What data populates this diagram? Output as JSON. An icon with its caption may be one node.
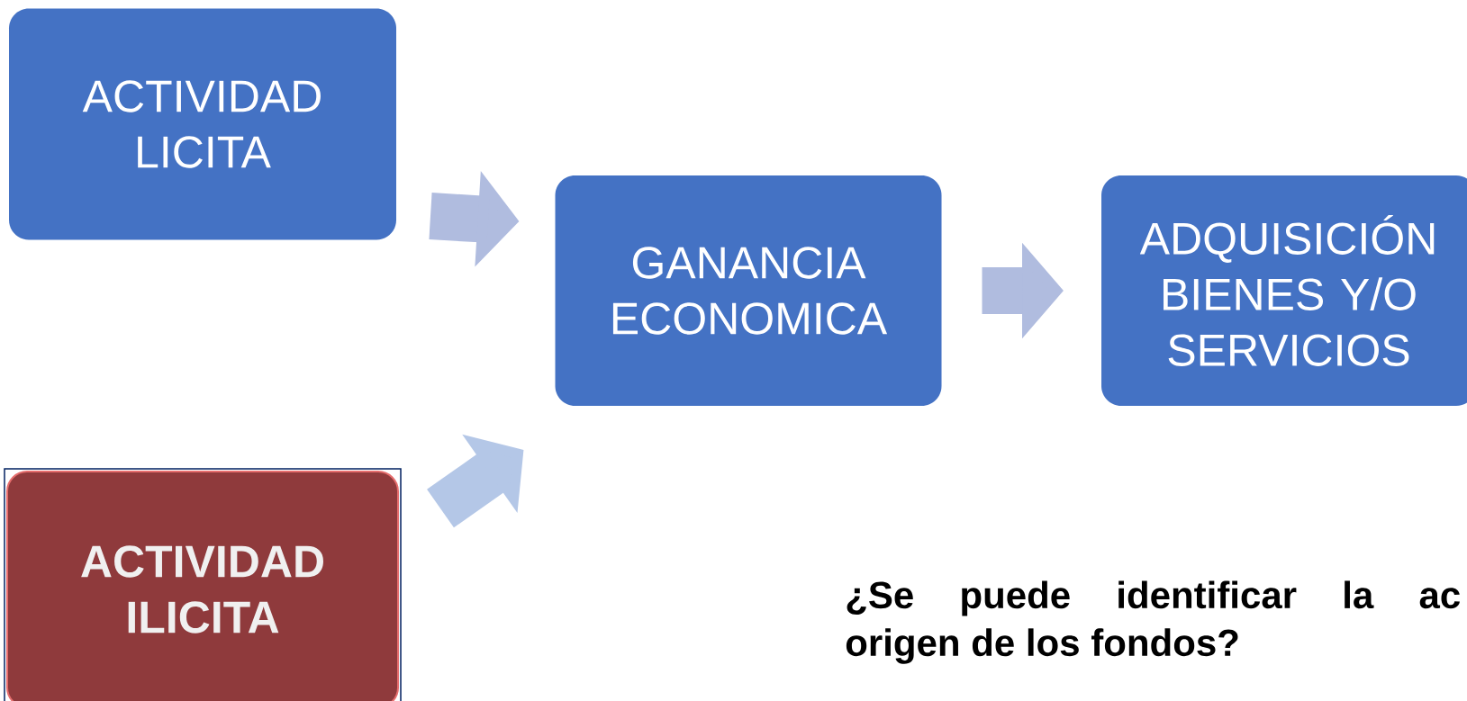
{
  "diagram": {
    "nodes": [
      {
        "text": [
          "ACTIVIDAD LICITA"
        ]
      },
      {
        "text": [
          "ACTIVIDAD ILICITA"
        ]
      },
      {
        "text": [
          "GANANCIA ECONOMICA"
        ]
      },
      {
        "text": [
          "ADQUISICIÓN BIENES Y/O SERVICIOS"
        ]
      }
    ],
    "edges": [
      {
        "from": 0,
        "to": 2,
        "arrow": "to"
      },
      {
        "from": 1,
        "to": 2,
        "arrow": "to",
        "color": "#b4c7e7"
      },
      {
        "from": 2,
        "to": 3,
        "arrow": "to"
      }
    ],
    "labels": [
      "¿Se puede identificar la ac",
      "origen de los fondos?"
    ]
  }
}
